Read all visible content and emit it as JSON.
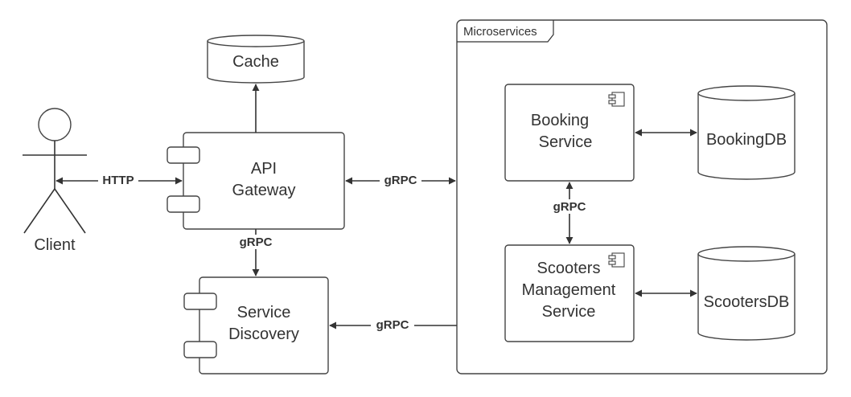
{
  "diagram": {
    "actor": {
      "label": "Client"
    },
    "cache": {
      "label": "Cache"
    },
    "gateway": {
      "line1": "API",
      "line2": "Gateway"
    },
    "discovery": {
      "line1": "Service",
      "line2": "Discovery"
    },
    "frame": {
      "label": "Microservices"
    },
    "booking": {
      "line1": "Booking",
      "line2": "Service"
    },
    "scooters": {
      "line1": "Scooters",
      "line2": "Management",
      "line3": "Service"
    },
    "booking_db": {
      "label": "BookingDB"
    },
    "scooters_db": {
      "label": "ScootersDB"
    },
    "edges": {
      "client_gateway": "HTTP",
      "gateway_microservices": "gRPC",
      "gateway_discovery": "gRPC",
      "booking_scooters": "gRPC",
      "microservices_discovery": "gRPC"
    }
  }
}
